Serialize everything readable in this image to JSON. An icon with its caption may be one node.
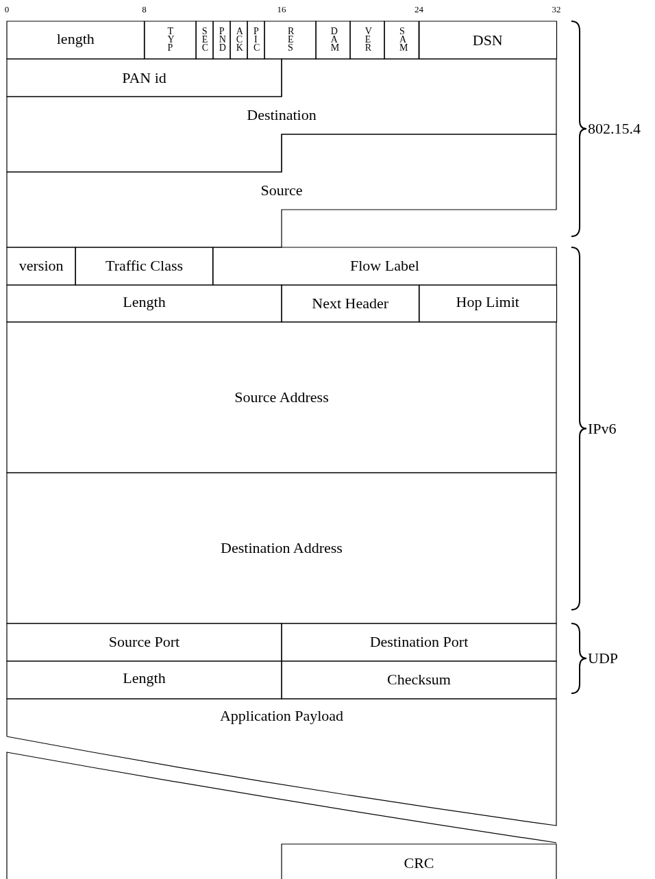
{
  "diagram": {
    "nodes": [
      {
        "text": [
          "length"
        ]
      },
      {
        "text": [
          "TYP"
        ]
      },
      {
        "text": [
          "SEC"
        ]
      },
      {
        "text": [
          "PND"
        ]
      },
      {
        "text": [
          "ACK"
        ]
      },
      {
        "text": [
          "PIC"
        ]
      },
      {
        "text": [
          "RES"
        ]
      },
      {
        "text": [
          "DAM"
        ]
      },
      {
        "text": [
          "VER"
        ]
      },
      {
        "text": [
          "SAM"
        ]
      },
      {
        "text": [
          "DSN"
        ]
      },
      {
        "text": [
          "PAN id"
        ]
      },
      {
        "text": [
          "Destination"
        ]
      },
      {
        "text": [
          "Source"
        ]
      },
      {
        "text": [
          "version"
        ]
      },
      {
        "text": [
          "Traffic Class"
        ]
      },
      {
        "text": [
          "Flow Label"
        ]
      },
      {
        "text": [
          "Length"
        ]
      },
      {
        "text": [
          "Next Header"
        ]
      },
      {
        "text": [
          "Hop Limit"
        ]
      },
      {
        "text": [
          "Source Address"
        ]
      },
      {
        "text": [
          "Destination Address"
        ]
      },
      {
        "text": [
          "Source Port"
        ]
      },
      {
        "text": [
          "Destination Port"
        ]
      },
      {
        "text": [
          "Length"
        ]
      },
      {
        "text": [
          "Checksum"
        ]
      },
      {
        "text": [
          "Application Payload"
        ]
      },
      {
        "text": [
          "CRC"
        ]
      }
    ],
    "labels": [
      "0",
      "8",
      "16",
      "24",
      "32",
      "802.15.4",
      "IPv6",
      "UDP"
    ]
  }
}
